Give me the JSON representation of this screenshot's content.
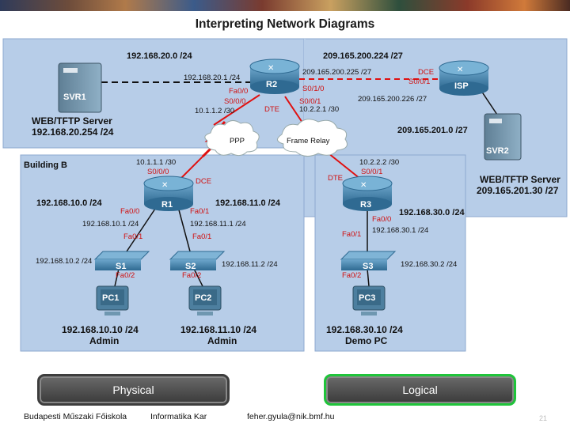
{
  "title": "Interpreting Network Diagrams",
  "networks": {
    "n20": "192.168.20.0 /24",
    "n200_224": "209.165.200.224 /27",
    "n201": "209.165.201.0 /27",
    "n10": "192.168.10.0 /24",
    "n11": "192.168.11.0 /24",
    "n30": "192.168.30.0 /24"
  },
  "devices": {
    "svr1": "SVR1",
    "svr2": "SVR2",
    "r1": "R1",
    "r2": "R2",
    "r3": "R3",
    "isp": "ISP",
    "s1": "S1",
    "s2": "S2",
    "s3": "S3",
    "pc1": "PC1",
    "pc2": "PC2",
    "pc3": "PC3"
  },
  "labels": {
    "svr1_role": "WEB/TFTP Server",
    "svr1_ip": "192.168.20.254 /24",
    "svr2_role": "WEB/TFTP Server",
    "svr2_ip": "209.165.201.30 /27",
    "r2_fa00_ip": "192.168.20.1 /24",
    "r2_fa00": "Fa0/0",
    "r2_s000": "S0/0/0",
    "r2_s000_ip": "10.1.1.2 /30",
    "r2_s000_dte": "DTE",
    "r2_s010_ip": "209.165.200.225 /27",
    "r2_s010": "S0/1/0",
    "r2_s001": "S0/0/1",
    "r2_s001_ip": "10.2.2.1 /30",
    "isp_dce": "DCE",
    "isp_s001": "S0/0/1",
    "isp_ip": "209.165.200.226 /27",
    "ppp": "PPP",
    "frame_relay": "Frame Relay",
    "building_b": "Building B",
    "r1_s000_ip": "10.1.1.1 /30",
    "r1_s000": "S0/0/0",
    "r1_dce": "DCE",
    "r1_fa00": "Fa0/0",
    "r1_fa00_ip": "192.168.10.1 /24",
    "r1_fa01": "Fa0/1",
    "r1_fa01_ip": "192.168.11.1 /24",
    "s1_fa01": "Fa0/1",
    "s1_ip": "192.168.10.2 /24",
    "s1_fa02": "Fa0/2",
    "s2_fa01": "Fa0/1",
    "s2_ip": "192.168.11.2 /24",
    "s2_fa02": "Fa0/2",
    "pc1_ip": "192.168.10.10 /24",
    "pc1_role": "Admin",
    "pc2_ip": "192.168.11.10 /24",
    "pc2_role": "Admin",
    "r3_s001_ip": "10.2.2.2 /30",
    "r3_dte": "DTE",
    "r3_s001": "S0/0/1",
    "r3_fa00": "Fa0/0",
    "r3_fa00_ip": "192.168.30.1 /24",
    "s3_fa01": "Fa0/1",
    "s3_ip": "192.168.30.2 /24",
    "s3_fa02": "Fa0/2",
    "pc3_ip": "192.168.30.10 /24",
    "pc3_role": "Demo PC"
  },
  "buttons": {
    "physical": "Physical",
    "logical": "Logical"
  },
  "footer": {
    "school": "Budapesti Műszaki Főiskola",
    "faculty": "Informatika Kar",
    "email": "feher.gyula@nik.bmf.hu",
    "page": "21"
  },
  "colors": {
    "region_fill": "#b7cde8",
    "region_border": "#8ea9cf",
    "router": "#3f7fa7",
    "link_red": "#e01010",
    "link_black": "#111111",
    "logical_border": "#1fc43a"
  }
}
